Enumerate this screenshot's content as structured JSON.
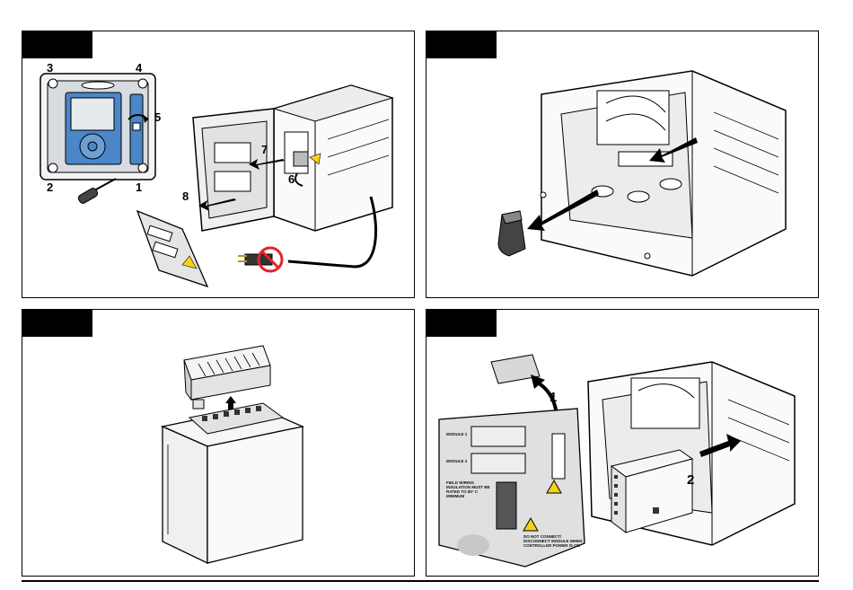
{
  "panel1": {
    "corner_labels": [
      "3",
      "4",
      "2",
      "1"
    ],
    "step_labels": [
      "5",
      "6",
      "7",
      "8"
    ]
  },
  "panel4": {
    "step_labels": [
      "1",
      "2"
    ],
    "module_labels": [
      "MODULE 1",
      "MODULE 2"
    ],
    "warning_field_wiring": "FIELD WIRING INSULATION MUST BE RATED TO 80° C MINIMUM",
    "warning_disconnect": "DO NOT CONNECT/ DISCONNECT MODULE WHEN CONTROLLER POWER IS ON"
  },
  "colors": {
    "screen_blue": "#4a86c8",
    "warning_yellow": "#f2d21b",
    "no_symbol_red": "#e0252b"
  }
}
